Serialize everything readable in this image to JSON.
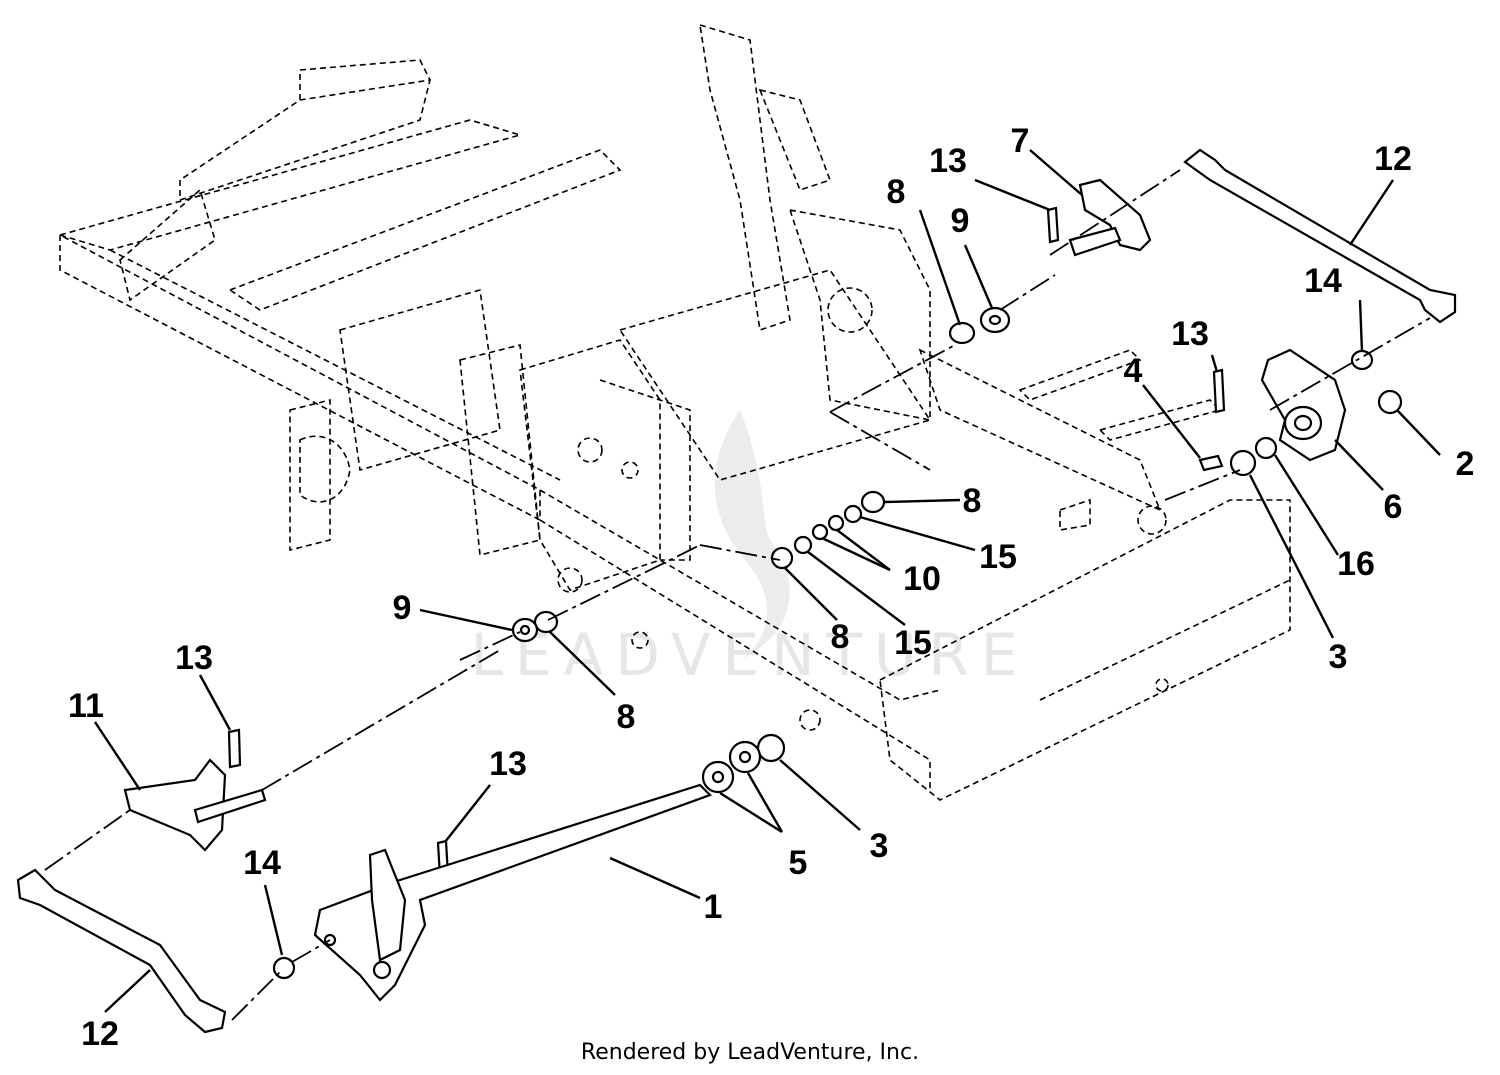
{
  "watermark": {
    "brand": "LEADVENTURE"
  },
  "footer": {
    "credit": "Rendered by LeadVenture, Inc."
  },
  "callouts": [
    {
      "id": "c12a",
      "number": "12"
    },
    {
      "id": "c13a",
      "number": "13"
    },
    {
      "id": "c7",
      "number": "7"
    },
    {
      "id": "c8a",
      "number": "8"
    },
    {
      "id": "c9a",
      "number": "9"
    },
    {
      "id": "c14a",
      "number": "14"
    },
    {
      "id": "c13b",
      "number": "13"
    },
    {
      "id": "c4",
      "number": "4"
    },
    {
      "id": "c2",
      "number": "2"
    },
    {
      "id": "c6",
      "number": "6"
    },
    {
      "id": "c8b",
      "number": "8"
    },
    {
      "id": "c16",
      "number": "16"
    },
    {
      "id": "c15a",
      "number": "15"
    },
    {
      "id": "c10",
      "number": "10"
    },
    {
      "id": "c3a",
      "number": "3"
    },
    {
      "id": "c9b",
      "number": "9"
    },
    {
      "id": "c8c",
      "number": "8"
    },
    {
      "id": "c15b",
      "number": "15"
    },
    {
      "id": "c8d",
      "number": "8"
    },
    {
      "id": "c13c",
      "number": "13"
    },
    {
      "id": "c11",
      "number": "11"
    },
    {
      "id": "c13d",
      "number": "13"
    },
    {
      "id": "c3b",
      "number": "3"
    },
    {
      "id": "c5",
      "number": "5"
    },
    {
      "id": "c1",
      "number": "1"
    },
    {
      "id": "c14b",
      "number": "14"
    },
    {
      "id": "c12b",
      "number": "12"
    }
  ]
}
